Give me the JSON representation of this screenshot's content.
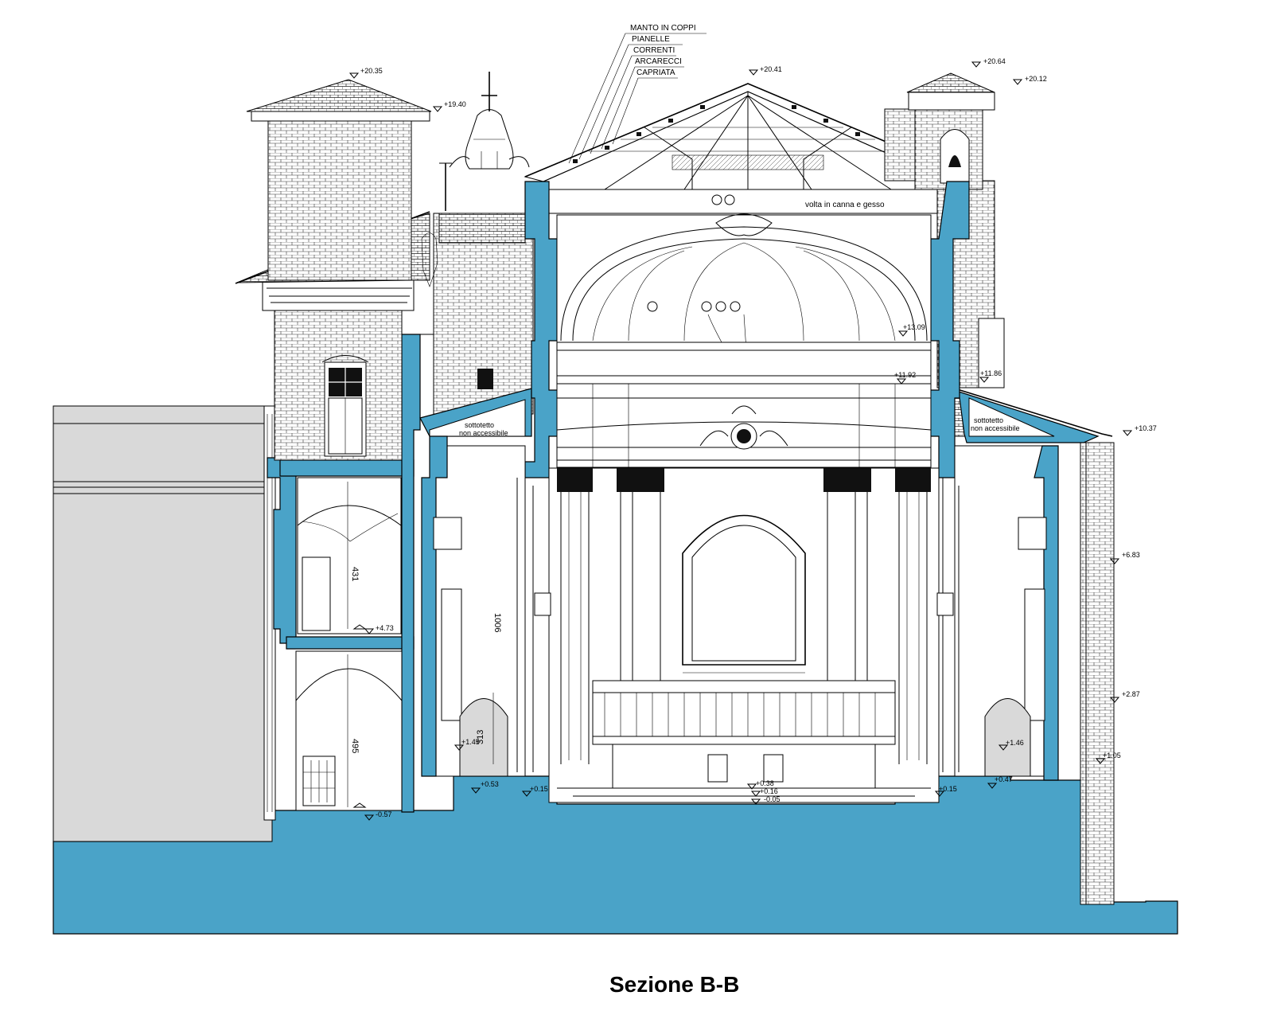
{
  "title": "Sezione B-B",
  "roof_layers": [
    "MANTO IN COPPI",
    "PIANELLE",
    "CORRENTI",
    "ARCARECCI",
    "CAPRIATA"
  ],
  "notes": {
    "vault": "volta in canna e gesso",
    "attic_left_1": "sottotetto",
    "attic_left_2": "non accessibile",
    "attic_right_1": "sottotetto",
    "attic_right_2": "non accessibile"
  },
  "elevations": {
    "left_tower": "+20.35",
    "lantern": "+19.40",
    "ridge": "+20.41",
    "right_tower_top": "+20.64",
    "right_tower_cornice": "+20.12",
    "vault_spring": "+13.09",
    "cornice_left": "+11.92",
    "cornice_right": "+11.86",
    "right_eave": "+10.37",
    "right_wall_1": "+6.83",
    "right_wall_2": "+2.87",
    "right_wall_3": "+1.05",
    "left_room_floor": "+4.73",
    "left_ground": "-0.57",
    "chapel_left": "+1.45",
    "chapel_left_low": "+0.53",
    "aisle_left": "+0.15",
    "aisle_right": "+0.15",
    "altar_1": "+0.38",
    "altar_2": "+0.16",
    "nave_floor": "-0.05",
    "chapel_right": "+1.46",
    "chapel_right_low": "+0.47"
  },
  "dimensions": {
    "upper_room_height": "431",
    "lower_room_height": "495",
    "nave_height": "1006",
    "chapel_height": "313"
  },
  "colors": {
    "section_cut": "#4aa3c8",
    "neighbour_building": "#d9d9d9",
    "ink": "#000000"
  }
}
